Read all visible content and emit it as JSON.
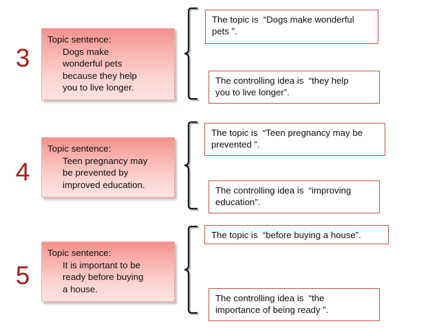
{
  "slide": {
    "background_color": "#ffffff",
    "number_color": "#ab1c1c",
    "topic_box_border_color": "#f3a6a2",
    "topic_box_gradient_top": "#f3908c",
    "topic_box_gradient_bottom": "#fde3e0",
    "callout_border_color": "#c0504d",
    "brace_color": "#1a1a1a"
  },
  "items": [
    {
      "number": "3",
      "topic": {
        "lead": "Topic sentence:",
        "lines": [
          "Dogs make",
          "wonderful pets",
          "because they help",
          "you to live longer."
        ]
      },
      "topic_callout": {
        "line1": "The topic is  “Dogs make wonderful",
        "line2": "pets ”."
      },
      "idea_callout": {
        "line1": "The controlling idea is  “they help",
        "line2": "you to live longer”."
      }
    },
    {
      "number": "4",
      "topic": {
        "lead": "Topic sentence:",
        "lines": [
          "Teen pregnancy may",
          "be prevented by",
          "improved education."
        ]
      },
      "topic_callout": {
        "line1": "The topic is  “Teen pregnancy may be",
        "line2": "prevented ”."
      },
      "idea_callout": {
        "line1": "The controlling idea is  “improving",
        "line2": "education”."
      }
    },
    {
      "number": "5",
      "topic": {
        "lead": "Topic sentence:",
        "lines": [
          "It is important to be",
          "ready before buying",
          "a house."
        ]
      },
      "topic_callout": {
        "line1": "The topic is  “before buying a house”.",
        "line2": ""
      },
      "idea_callout": {
        "line1": "The controlling idea is  “the",
        "line2": "importance of being ready ”."
      }
    }
  ]
}
